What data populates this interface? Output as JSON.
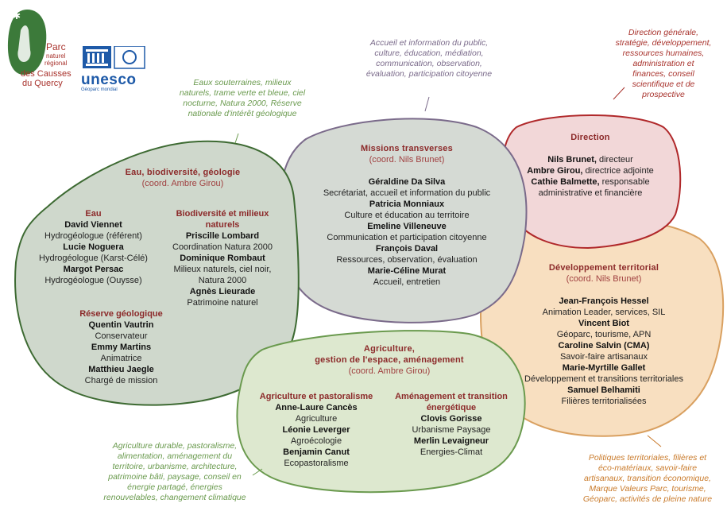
{
  "logo": {
    "parc_lines": [
      "Parc",
      "naturel",
      "régional",
      "des Causses",
      "du Quercy"
    ],
    "unesco": "unesco",
    "geoparc": "Géoparc mondial"
  },
  "colors": {
    "green_blob": "#cfd8cc",
    "purple_blob": "#d5dad4",
    "pink_blob": "#f2d7d8",
    "orange_blob": "#f8dfc0",
    "agri_blob": "#dde8cf",
    "title_red": "#8c2a2a"
  },
  "notes": {
    "eau": "Eaux souterraines, milieux\nnaturels, trame verte et bleue, ciel\nnocturne, Natura 2000, Réserve\nnationale d'intérêt géologique",
    "missions": "Accueil et information du public,\nculture, éducation, médiation,\ncommunication, observation,\névaluation, participation citoyenne",
    "direction": "Direction générale,\nstratégie, développement,\nressources humaines,\nadministration et\nfinances, conseil\nscientifique et de\nprospective",
    "agriculture": "Agriculture durable, pastoralisme,\nalimentation, aménagement du\nterritoire, urbanisme, architecture,\npatrimoine bâti, paysage, conseil en\nénergie partagé, énergies\nrenouvelables, changement climatique",
    "developpement": "Politiques territoriales, filières et\néco-matériaux, savoir-faire\nartisanaux, transition économique,\nMarque Valeurs Parc, tourisme,\nGéoparc, activités de pleine nature"
  },
  "eau_bio": {
    "title": "Eau, biodiversité, géologie",
    "coord": "(coord. Ambre Girou)",
    "eau": {
      "heading": "Eau",
      "people": [
        {
          "name": "David Viennet",
          "role": "Hydrogéologue (référent)"
        },
        {
          "name": "Lucie Noguera",
          "role": "Hydrogéologue (Karst-Célé)"
        },
        {
          "name": "Margot Persac",
          "role": "Hydrogéologue (Ouysse)"
        }
      ]
    },
    "bio": {
      "heading": "Biodiversité et milieux naturels",
      "people": [
        {
          "name": "Priscille Lombard",
          "role": "Coordination Natura 2000"
        },
        {
          "name": "Dominique Rombaut",
          "role": "Milieux naturels, ciel noir, Natura 2000"
        },
        {
          "name": "Agnès Lieurade",
          "role": "Patrimoine naturel"
        }
      ]
    },
    "reserve": {
      "heading": "Réserve géologique",
      "people": [
        {
          "name": "Quentin Vautrin",
          "role": "Conservateur"
        },
        {
          "name": "Emmy Martins",
          "role": "Animatrice"
        },
        {
          "name": "Matthieu Jaegle",
          "role": "Chargé de mission"
        }
      ]
    }
  },
  "missions": {
    "title": "Missions transverses",
    "coord": "(coord. Nils Brunet)",
    "people": [
      {
        "name": "Géraldine Da Silva",
        "role": "Secrétariat, accueil et information du public"
      },
      {
        "name": "Patricia Monniaux",
        "role": "Culture et éducation au territoire"
      },
      {
        "name": "Emeline Villeneuve",
        "role": "Communication et participation citoyenne"
      },
      {
        "name": "François Daval",
        "role": "Ressources, observation, évaluation"
      },
      {
        "name": "Marie-Céline Murat",
        "role": "Accueil, entretien"
      }
    ]
  },
  "direction": {
    "title": "Direction",
    "lines": [
      {
        "name": "Nils Brunet,",
        "role": " directeur"
      },
      {
        "name": "Ambre Girou,",
        "role": " directrice adjointe"
      },
      {
        "name": "Cathie Balmette,",
        "role": " responsable administrative et financière"
      }
    ]
  },
  "developpement": {
    "title": "Développement territorial",
    "coord": "(coord. Nils Brunet)",
    "people": [
      {
        "name": "Jean-François Hessel",
        "role": "Animation Leader, services, SIL"
      },
      {
        "name": "Vincent Biot",
        "role": "Géoparc, tourisme, APN"
      },
      {
        "name": "Caroline Salvin (CMA)",
        "role": "Savoir-faire artisanaux"
      },
      {
        "name": "Marie-Myrtille Gallet",
        "role": "Développement et transitions territoriales"
      },
      {
        "name": "Samuel Belhamiti",
        "role": "Filières territorialisées"
      }
    ]
  },
  "agriculture": {
    "title1": "Agriculture,",
    "title2": "gestion de l'espace, aménagement",
    "coord": "(coord. Ambre Girou)",
    "agri": {
      "heading": "Agriculture et pastoralisme",
      "people": [
        {
          "name": "Anne-Laure Cancès",
          "role": "Agriculture"
        },
        {
          "name": "Léonie Leverger",
          "role": "Agroécologie"
        },
        {
          "name": "Benjamin Canut",
          "role": "Ecopastoralisme"
        }
      ]
    },
    "amen": {
      "heading": "Aménagement et transition énergétique",
      "people": [
        {
          "name": "Clovis Gorisse",
          "role": "Urbanisme Paysage"
        },
        {
          "name": "Merlin Levaigneur",
          "role": "Energies-Climat"
        }
      ]
    }
  }
}
